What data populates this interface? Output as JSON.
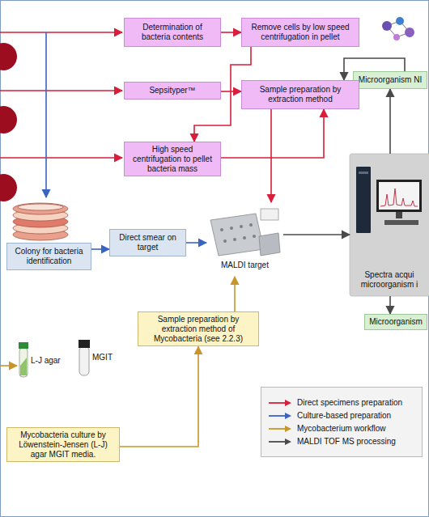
{
  "diagram": {
    "nodes": [
      {
        "text": [
          "Determination of bacteria contents"
        ]
      },
      {
        "text": [
          "Remove cells by low speed centrifugation in pellet"
        ]
      },
      {
        "text": [
          "Microorganism NI"
        ]
      },
      {
        "text": [
          "Sepsityper™"
        ]
      },
      {
        "text": [
          "Sample preparation by extraction method"
        ]
      },
      {
        "text": [
          "High speed centrifugation to pellet bacteria mass"
        ]
      },
      {
        "text": [
          "Colony for bacteria identification"
        ]
      },
      {
        "text": [
          "Direct smear on target"
        ]
      },
      {
        "text": [
          "MALDI target"
        ]
      },
      {
        "text": [
          "Spectra acqui microorganism i"
        ]
      },
      {
        "text": [
          "Microorganism"
        ]
      },
      {
        "text": [
          "Sample preparation by extraction method of Mycobacteria (see 2.2.3)"
        ]
      },
      {
        "text": [
          "Mycobacteria culture by Löwenstein-Jensen (L-J) agar MGIT media."
        ]
      }
    ],
    "edges": [
      {
        "from": 0,
        "to": 1,
        "arrow": "to"
      },
      {
        "from": 1,
        "to": 5,
        "arrow": "to"
      },
      {
        "from": 3,
        "to": 4,
        "arrow": "to"
      },
      {
        "from": 5,
        "to": 4,
        "arrow": "to"
      },
      {
        "from": 2,
        "to": 4,
        "arrow": "to"
      },
      {
        "from": 4,
        "to": 8,
        "arrow": "to"
      },
      {
        "from": 6,
        "to": 7,
        "arrow": "to"
      },
      {
        "from": 7,
        "to": 8,
        "arrow": "to"
      },
      {
        "from": 8,
        "to": 9,
        "arrow": "to"
      },
      {
        "from": 9,
        "to": 2,
        "arrow": "to"
      },
      {
        "from": 9,
        "to": 10,
        "arrow": "to"
      },
      {
        "from": 12,
        "to": 11,
        "arrow": "to"
      },
      {
        "from": 11,
        "to": 8,
        "arrow": "to"
      }
    ],
    "labels": [
      "L-J agar",
      "MGIT"
    ],
    "legend": [
      {
        "text": "Direct specimens preparation"
      },
      {
        "text": "Culture-based preparation"
      },
      {
        "text": "Mycobacterium workflow"
      },
      {
        "text": "MALDI TOF MS processing"
      }
    ]
  }
}
